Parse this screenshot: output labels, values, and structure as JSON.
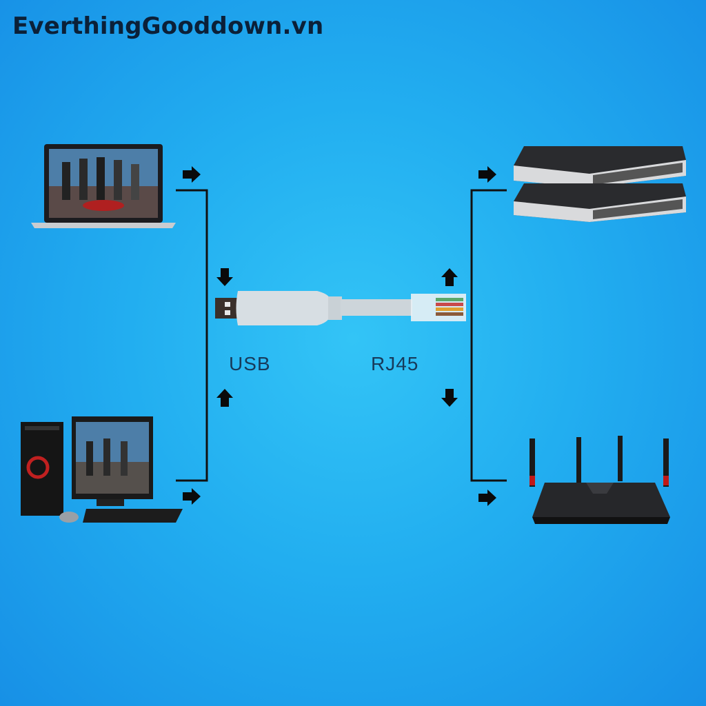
{
  "watermark": "EverthingGooddown.vn",
  "labels": {
    "usb": "USB",
    "rj45": "RJ45"
  },
  "devices": [
    "laptop",
    "desktop-computer",
    "network-switch-stack",
    "wireless-router"
  ],
  "colors": {
    "background": "#22aef0",
    "lines": "#111111",
    "cable": "#d5dde2"
  }
}
